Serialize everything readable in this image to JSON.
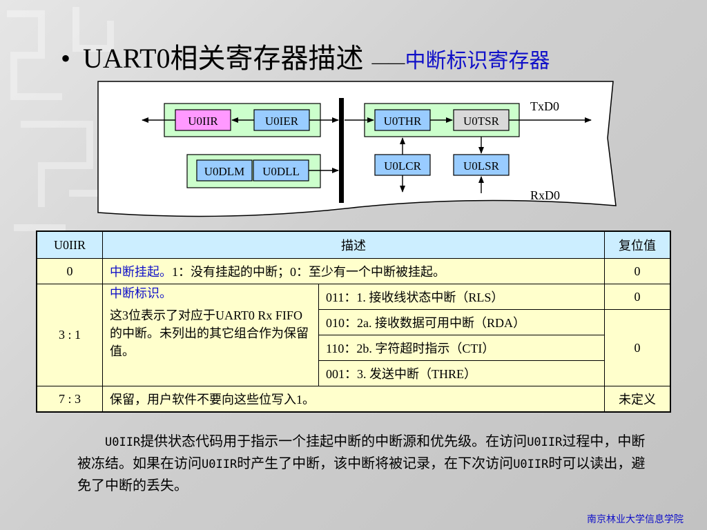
{
  "title": {
    "bullet": "•",
    "main": "UART0相关寄存器描述",
    "dash": "——",
    "sub": "中断标识寄存器"
  },
  "diagram": {
    "txd": "TxD0",
    "rxd": "RxD0",
    "registers": {
      "u0iir": "U0IIR",
      "u0ier": "U0IER",
      "u0dlm": "U0DLM",
      "u0dll": "U0DLL",
      "u0thr": "U0THR",
      "u0tsr": "U0TSR",
      "u0lcr": "U0LCR",
      "u0lsr": "U0LSR"
    },
    "colors": {
      "group_fill": "#ccffcc",
      "pink": "#ff99ff",
      "blue": "#99ccff",
      "gray": "#d9d9d9"
    }
  },
  "table": {
    "headers": {
      "col1": "U0IIR",
      "col2": "描述",
      "col3": "复位值"
    },
    "row0": {
      "bit": "0",
      "desc_blue": "中断挂起。",
      "desc": "1：没有挂起的中断；0：至少有一个中断被挂起。",
      "reset": "0"
    },
    "row1": {
      "bit": "3 : 1",
      "title": "中断标识。",
      "desc": "这3位表示了对应于UART0 Rx FIFO的中断。未列出的其它组合作为保留值。",
      "sub1": "011：1. 接收线状态中断（RLS）",
      "sub2": "010：2a. 接收数据可用中断（RDA）",
      "sub3": "110：2b. 字符超时指示（CTI）",
      "sub4": "001：3.  发送中断（THRE）",
      "reset1": "0",
      "reset2": "0"
    },
    "row2": {
      "bit": "7 : 3",
      "desc": "保留，用户软件不要向这些位写入1。",
      "reset": "未定义"
    }
  },
  "paragraph": {
    "reg": "U0IIR",
    "p1": "提供状态代码用于指示一个挂起中断的中断源和优先级。在访问",
    "p2": "过程中，中断被冻结。如果在访问",
    "p3": "时产生了中断，该中断将被记录，在下次访问",
    "p4": "时可以读出，避免了中断的丢失。"
  },
  "footer": "南京林业大学信息学院"
}
